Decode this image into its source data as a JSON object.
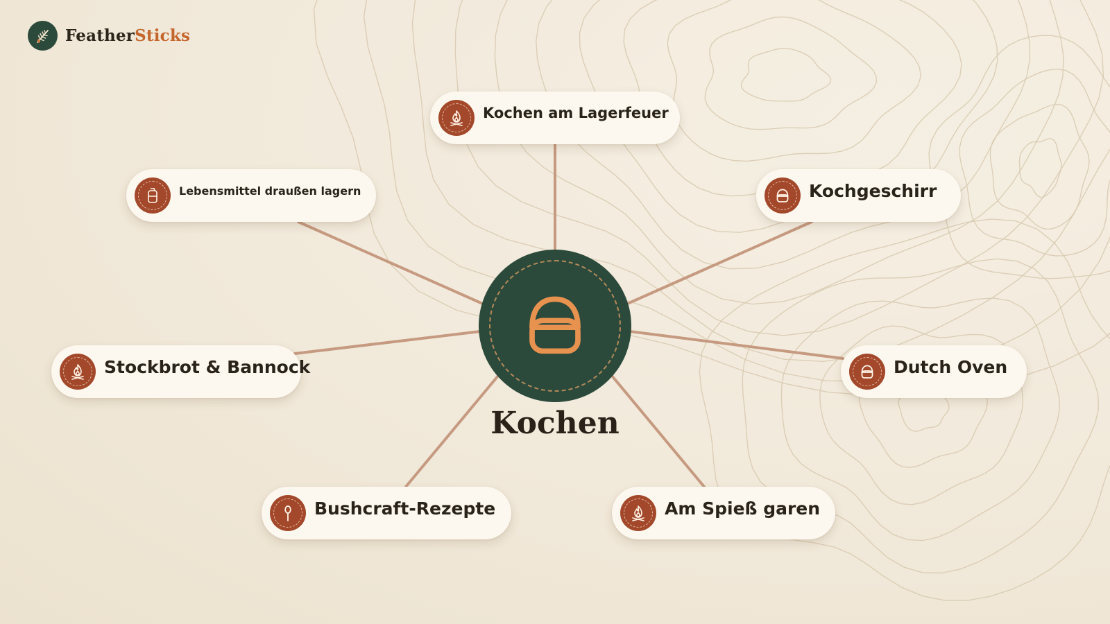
{
  "brand": {
    "name_part1": "Feather",
    "name_part2": "Sticks",
    "icon": "feather-fire-icon",
    "colors": {
      "dark_green": "#2c4a3b",
      "orange": "#c4652c",
      "rust": "#a3482b",
      "line": "#c69a80"
    }
  },
  "hub": {
    "title": "Kochen",
    "icon": "cooking-pot-icon"
  },
  "nodes": [
    {
      "label": "Kochen am Lagerfeuer",
      "icon": "campfire-icon"
    },
    {
      "label": "Lebensmittel draußen lagern",
      "icon": "food-container-icon"
    },
    {
      "label": "Kochgeschirr",
      "icon": "cooking-pot-icon"
    },
    {
      "label": "Stockbrot & Bannock",
      "icon": "campfire-icon"
    },
    {
      "label": "Dutch Oven",
      "icon": "cooking-pot-icon"
    },
    {
      "label": "Bushcraft-Rezepte",
      "icon": "cooking-spoon-icon"
    },
    {
      "label": "Am Spieß garen",
      "icon": "campfire-icon"
    }
  ]
}
